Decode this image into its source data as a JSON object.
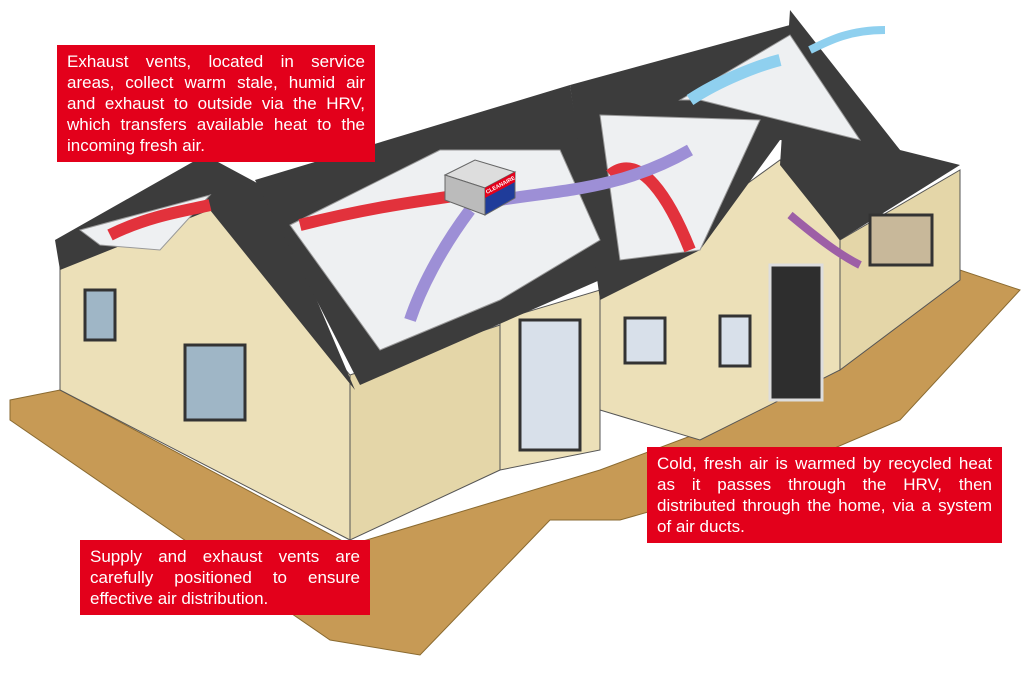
{
  "callouts": {
    "exhaust": "Exhaust vents, located in service areas, collect warm stale, humid air and exhaust to outside via the HRV, which transfers available heat to the incoming fresh air.",
    "fresh": "Cold, fresh air is warmed by recycled heat as it passes through the HRV, then distributed through the home, via a system of air ducts.",
    "vents": "Supply and exhaust vents are carefully positioned to ensure effective air distribution."
  },
  "hrv_unit": {
    "brand": "CLEANAIRE"
  },
  "colors": {
    "callout": "#e3001b",
    "roof": "#3c3c3c",
    "wall": "#ece0b8",
    "deck": "#c79a55",
    "warm_duct": "#e2323c",
    "cold_duct": "#8fd0ef",
    "mixed_duct": "#9d8fd6"
  }
}
